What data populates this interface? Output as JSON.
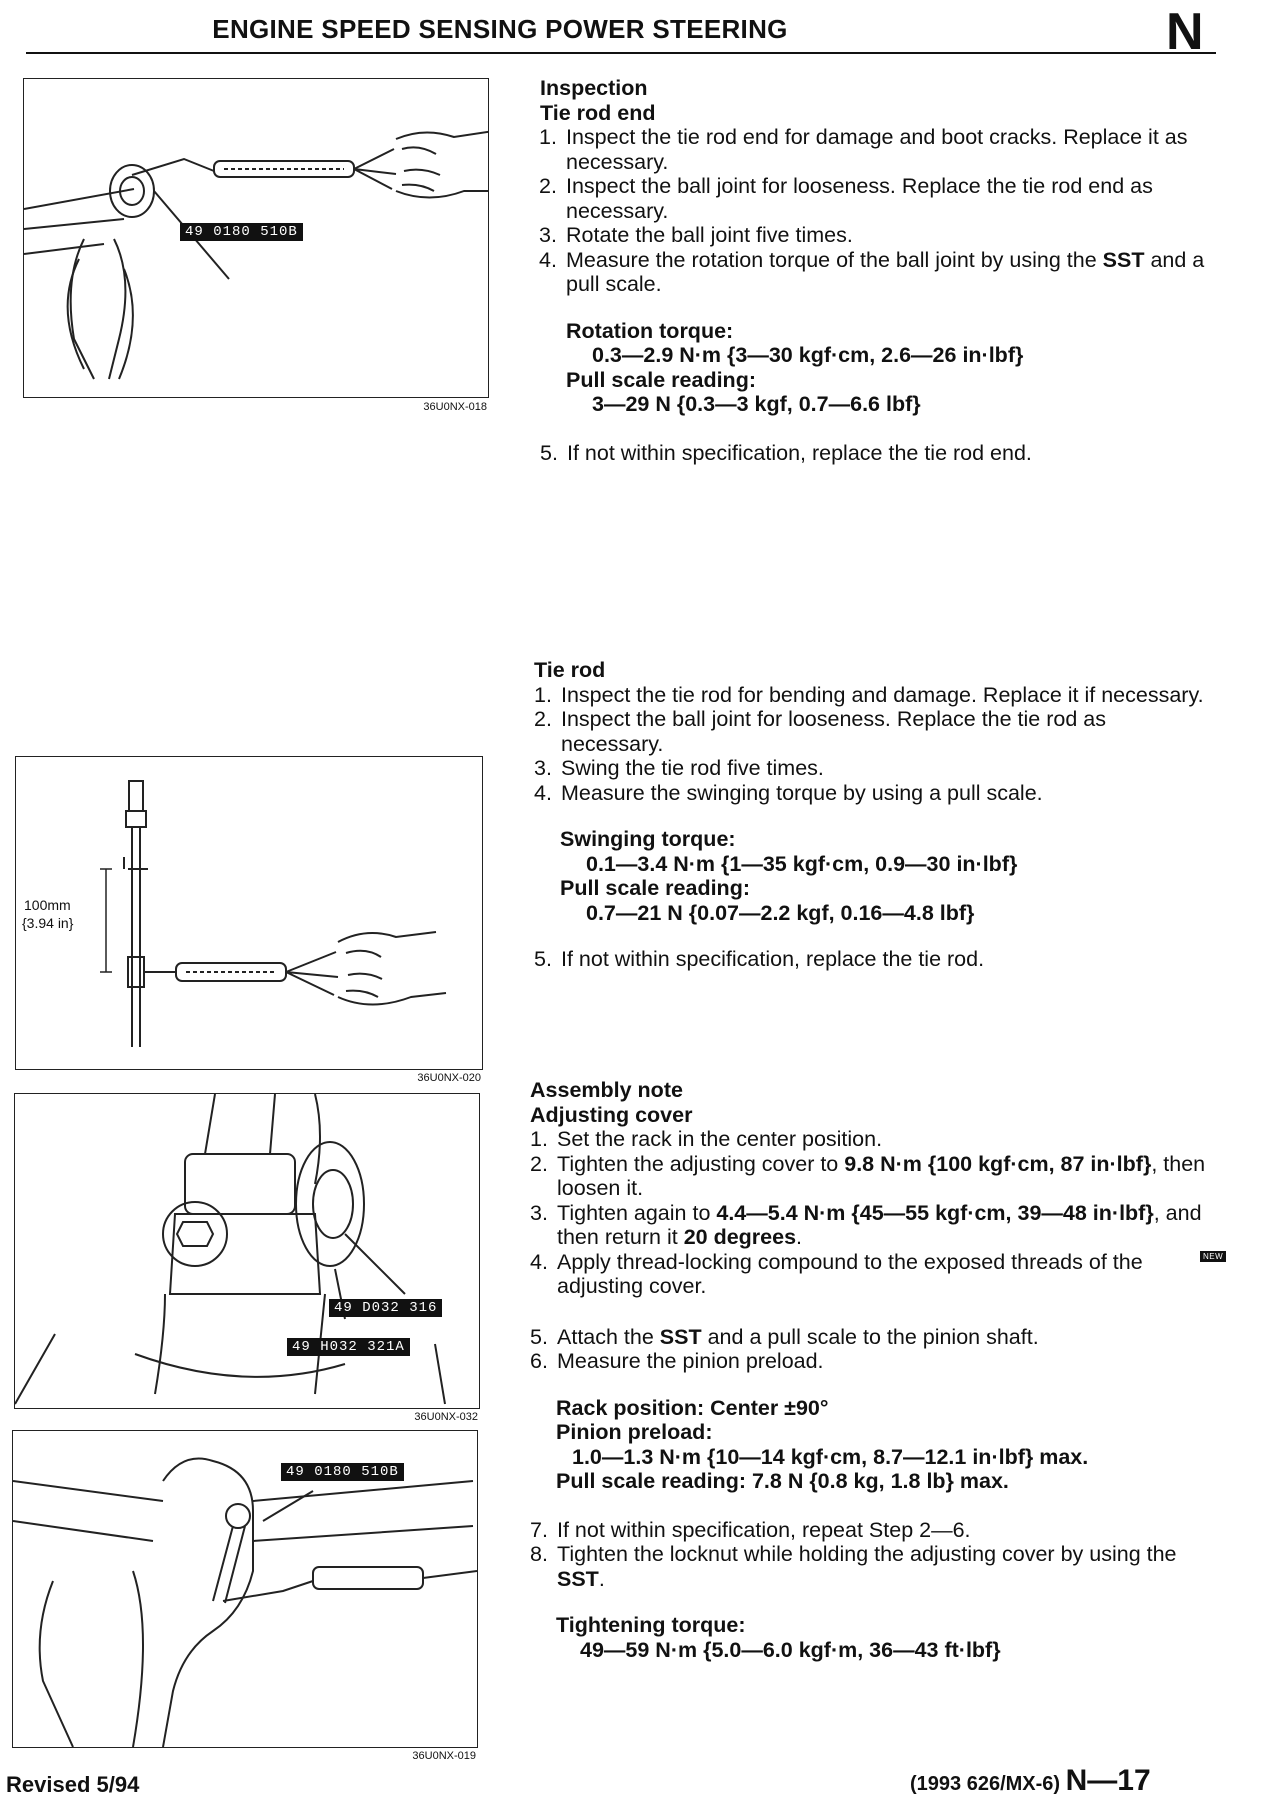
{
  "header": {
    "title": "ENGINE SPEED SENSING POWER STEERING",
    "section_letter": "N"
  },
  "figures": {
    "fig1": {
      "code": "36U0NX-018",
      "tool_label": "49 0180 510B"
    },
    "fig2": {
      "code": "36U0NX-020",
      "dim_1": "100mm",
      "dim_2": "{3.94 in}"
    },
    "fig3": {
      "code": "36U0NX-032",
      "tool_label_1": "49 D032 316",
      "tool_label_2": "49 H032 321A"
    },
    "fig4": {
      "code": "36U0NX-019",
      "tool_label": "49 0180 510B"
    }
  },
  "inspection": {
    "heading": "Inspection",
    "tie_rod_end": {
      "heading": "Tie rod end",
      "steps": [
        {
          "n": "1.",
          "text": "Inspect the tie rod end for damage and boot cracks. Replace it as necessary."
        },
        {
          "n": "2.",
          "text": "Inspect the ball joint for looseness. Replace the tie rod end as necessary."
        },
        {
          "n": "3.",
          "text": "Rotate the ball joint five times."
        },
        {
          "n": "4.",
          "text_a": "Measure the rotation torque of the ball joint by using the ",
          "bold": "SST",
          "text_b": " and a pull scale."
        }
      ],
      "spec": {
        "label_1": "Rotation torque:",
        "value_1": "0.3—2.9 N·m {3—30 kgf·cm, 2.6—26 in·lbf}",
        "label_2": "Pull scale reading:",
        "value_2": "3—29 N {0.3—3 kgf, 0.7—6.6 lbf}"
      },
      "step5": {
        "n": "5.",
        "text": "If not within specification, replace the tie rod end."
      }
    }
  },
  "tie_rod": {
    "heading": "Tie rod",
    "steps": [
      {
        "n": "1.",
        "text": "Inspect the tie rod for bending and damage. Replace it if necessary."
      },
      {
        "n": "2.",
        "text": "Inspect the ball joint for looseness. Replace the tie rod as necessary."
      },
      {
        "n": "3.",
        "text": "Swing the tie rod five times."
      },
      {
        "n": "4.",
        "text": "Measure the swinging torque by using a pull scale."
      }
    ],
    "spec": {
      "label_1": "Swinging torque:",
      "value_1": "0.1—3.4 N·m {1—35 kgf·cm, 0.9—30 in·lbf}",
      "label_2": "Pull scale reading:",
      "value_2": "0.7—21 N {0.07—2.2 kgf, 0.16—4.8 lbf}"
    },
    "step5": {
      "n": "5.",
      "text": "If not within specification, replace the tie rod."
    }
  },
  "assembly": {
    "heading": "Assembly note",
    "subheading": "Adjusting cover",
    "step1": {
      "n": "1.",
      "text": "Set the rack in the center position."
    },
    "step2": {
      "n": "2.",
      "a": "Tighten the adjusting cover to ",
      "b": "9.8 N·m {100 kgf·cm, 87 in·lbf}",
      "c": ", then loosen it."
    },
    "step3": {
      "n": "3.",
      "a": "Tighten again to ",
      "b": "4.4—5.4 N·m {45—55 kgf·cm, 39—48 in·lbf}",
      "c": ", and then return it ",
      "d": "20 degrees",
      "e": "."
    },
    "new_badge": "NEW",
    "step4": {
      "n": "4.",
      "text": "Apply thread-locking compound to the exposed threads of the adjusting cover."
    },
    "step5": {
      "n": "5.",
      "a": "Attach the ",
      "b": "SST",
      "c": " and a pull scale to the pinion shaft."
    },
    "step6": {
      "n": "6.",
      "text": "Measure the pinion preload."
    },
    "spec": {
      "rack_position": "Rack position: Center ±90°",
      "pinion_label": "Pinion preload:",
      "pinion_value": "1.0—1.3 N·m {10—14 kgf·cm, 8.7—12.1 in·lbf} max.",
      "pull_scale": "Pull scale reading: 7.8 N {0.8 kg, 1.8 lb} max."
    },
    "step7": {
      "n": "7.",
      "text": "If not within specification, repeat Step 2—6."
    },
    "step8": {
      "n": "8.",
      "a": "Tighten the locknut while holding the adjusting cover by using the ",
      "b": "SST",
      "c": "."
    },
    "tightening": {
      "label": "Tightening torque:",
      "value": "49—59 N·m {5.0—6.0 kgf·m, 36—43 ft·lbf}"
    }
  },
  "footer": {
    "revised": "Revised 5/94",
    "model": "(1993 626/MX-6)",
    "page": "N—17"
  }
}
